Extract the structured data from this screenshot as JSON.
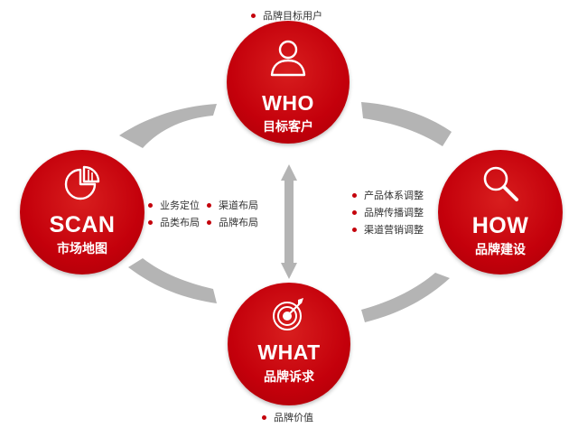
{
  "colors": {
    "accent": "#c4000b",
    "arrow": "#b4b4b4",
    "text": "#333333"
  },
  "nodes": {
    "who": {
      "en": "WHO",
      "cn": "目标客户",
      "icon": "person-icon"
    },
    "how": {
      "en": "HOW",
      "cn": "品牌建设",
      "icon": "magnifier-icon"
    },
    "what": {
      "en": "WHAT",
      "cn": "品牌诉求",
      "icon": "target-icon"
    },
    "scan": {
      "en": "SCAN",
      "cn": "市场地图",
      "icon": "pie-chart-icon"
    }
  },
  "lists": {
    "who_top": [
      "品牌目标用户"
    ],
    "how_left": [
      "产品体系调整",
      "品牌传播调整",
      "渠道营销调整"
    ],
    "scan_right_col1": [
      "业务定位",
      "品类布局"
    ],
    "scan_right_col2": [
      "渠道布局",
      "品牌布局"
    ],
    "what_bottom": [
      "品牌价值"
    ]
  }
}
